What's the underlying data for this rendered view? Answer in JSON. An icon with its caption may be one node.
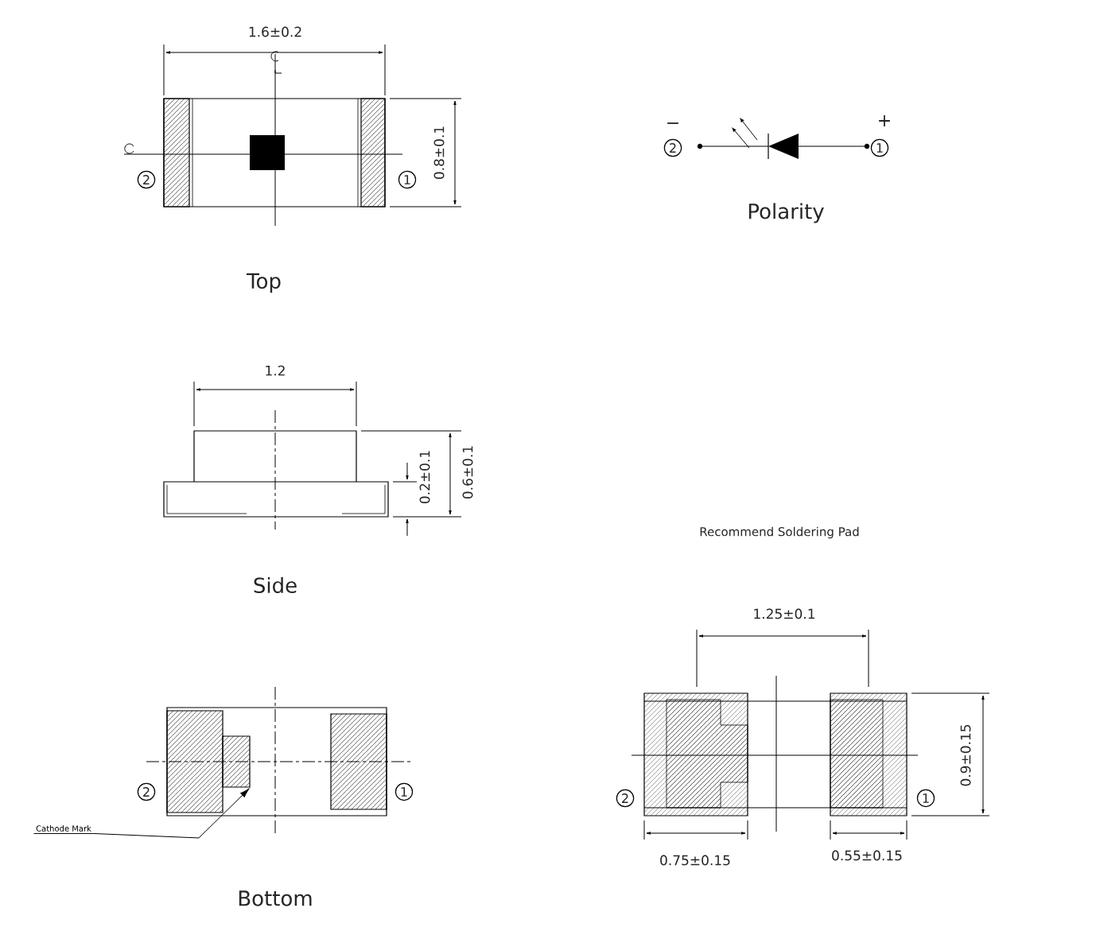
{
  "diagram": {
    "nodes": [
      {
        "text": [
          "Cathode Mark"
        ]
      },
      {
        "text": [],
        "shape": "box"
      }
    ],
    "edges": [
      {
        "from": 0,
        "to": 1,
        "arrow": "to"
      }
    ],
    "labels": [
      "1.6±0.2",
      "2",
      "1",
      "0.8±0.1",
      "Top",
      "−",
      "2",
      "+",
      "1",
      "Polarity",
      "1.2",
      "0.2±0.1",
      "0.6±0.1",
      "Side",
      "Recommend Soldering Pad",
      "2",
      "1",
      "Bottom",
      "1.25±0.1",
      "0.9±0.15",
      "2",
      "1",
      "0.75±0.15",
      "0.55±0.15"
    ]
  }
}
